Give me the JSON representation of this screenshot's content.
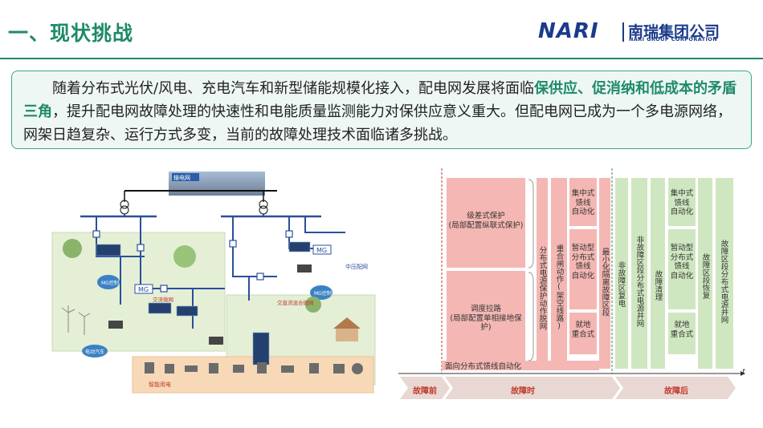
{
  "header": {
    "title": "一、现状挑战",
    "logo_brand": "NARI",
    "logo_cn": "南瑞集团公司",
    "logo_en": "NARI GROUP CORPORATION"
  },
  "intro": {
    "part1": "随着分布式光伏/风电、充电汽车和新型储能规模化接入，配电网发展将面临",
    "highlight": "保供应、促消纳和低成本的矛盾三角",
    "part2": "，提升配电网故障处理的快速性和电能质量监测能力对保供应意义重大。但配电网已成为一个多电源网络，网架日趋复杂、运行方式多变，当前的故障处理技术面临诸多挑战。"
  },
  "diagram": {
    "top_label": "输电网",
    "mg_label": "MG",
    "mg_box1": "MG\n控制",
    "mg_box2": "MG\n控制",
    "medium_voltage": "中压配网",
    "ac_microgrid": "交流微网",
    "dc_microgrid": "交直流混合微网",
    "ev_label": "电动汽车",
    "smart_use": "智能用电"
  },
  "chart": {
    "stages": {
      "before": "故障前",
      "during": "故障时",
      "after": "故障后"
    },
    "box_grade": "级差式保护\n(局部配置纵联式保护)",
    "box_dispatch": "调度拉路\n(局部配置单相接地保护)",
    "col_distributed_protect": "分布式电源保护动作脱网",
    "col_reclose": "重合闸动作(架空线路)",
    "centralized": "集中式\n馈线\n自动化",
    "local_fa": "暂动型\n分布式\n馈线\n自动化",
    "local_reclose": "就地\n重合式",
    "col_min_isolate": "最小化隔离故障区段",
    "col_nonfault_restore": "非故障区复电",
    "col_nonfault_grid": "非故障区段分布式电源并网",
    "col_fault_clear": "故障清理",
    "centralized2": "集中式\n馈线\n自动化",
    "local_fa2": "暂动型\n分布式\n馈线\n自动化",
    "local_reclose2": "就地\n重合式",
    "col_fault_restore": "故障区段恢复",
    "col_fault_grid": "故障区段分布式电源并网",
    "bottom_band": "面向分布式馈线自动化",
    "axis_t": "t",
    "colors": {
      "pink": "#f4b7b3",
      "green": "#cfe7c0",
      "red": "#c0392b",
      "arrow": "#e8d7d2"
    }
  }
}
